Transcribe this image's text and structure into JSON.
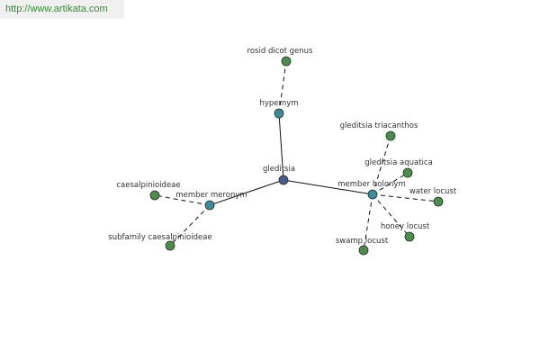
{
  "watermark": "http://www.artikata.com",
  "colors": {
    "center_node": "#4a5a8a",
    "relation_node": "#3f8a9a",
    "leaf_node": "#4f8a4f",
    "node_stroke": "#223322",
    "edge": "#111111"
  },
  "nodes": {
    "center": {
      "label": "gleditsia"
    },
    "hypernym": {
      "label": "hypernym"
    },
    "rosid": {
      "label": "rosid dicot genus"
    },
    "meronym": {
      "label": "member meronym"
    },
    "caesalpinioideae": {
      "label": "caesalpinioideae"
    },
    "subfamily": {
      "label": "subfamily caesalpinioideae"
    },
    "holonym": {
      "label": "member holonym"
    },
    "triacanthos": {
      "label": "gleditsia triacanthos"
    },
    "aquatica": {
      "label": "gleditsia aquatica"
    },
    "water": {
      "label": "water locust"
    },
    "honey": {
      "label": "honey locust"
    },
    "swamp": {
      "label": "swamp locust"
    }
  }
}
